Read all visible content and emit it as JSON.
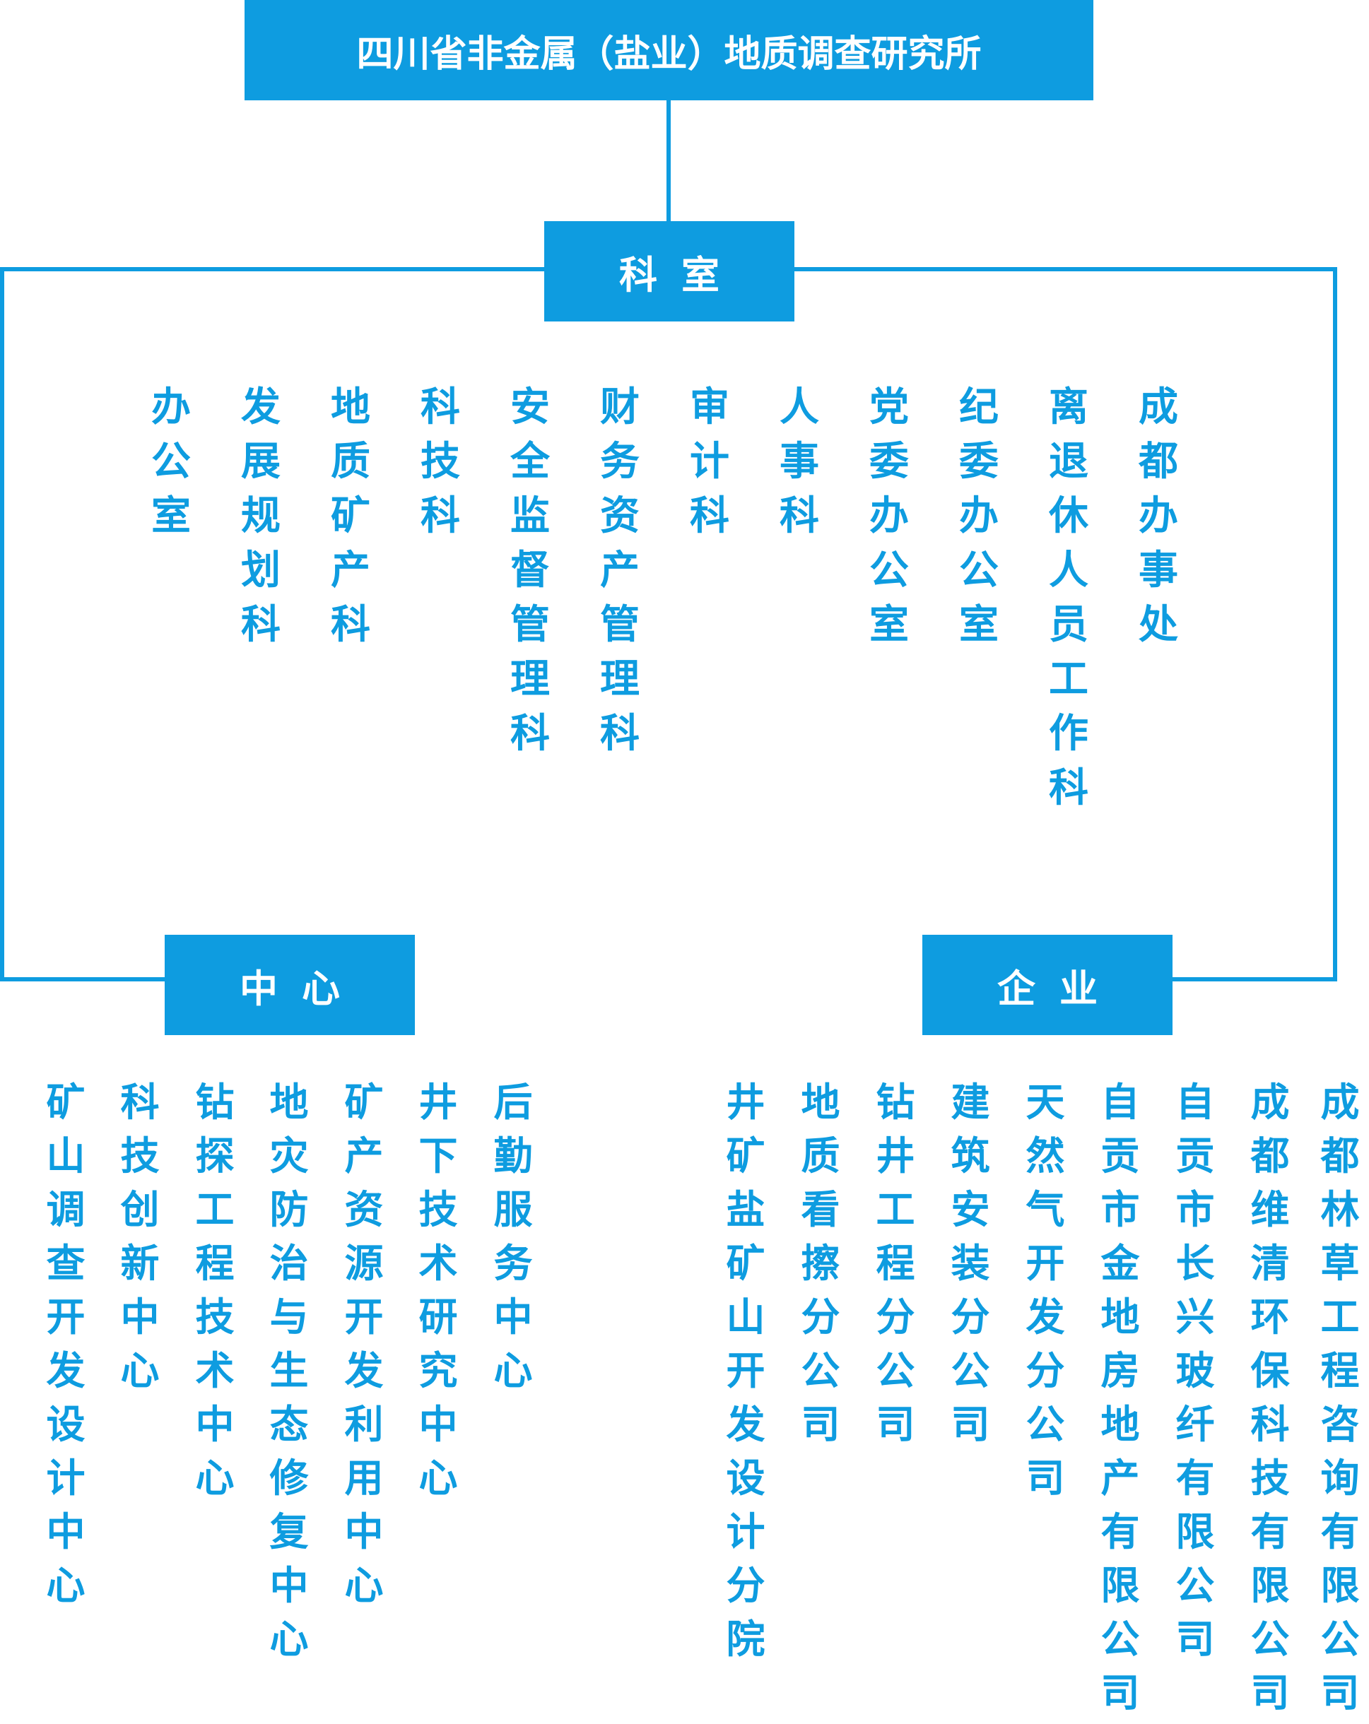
{
  "root": {
    "label": "四川省非金属（盐业）地质调查研究所"
  },
  "branches": {
    "offices": {
      "label": "科室",
      "items": [
        "办公室",
        "发展规划科",
        "地质矿产科",
        "科技科",
        "安全监督管理科",
        "财务资产管理科",
        "审计科",
        "人事科",
        "党委办公室",
        "纪委办公室",
        "离退休人员工作科",
        "成都办事处"
      ]
    },
    "centers": {
      "label": "中心",
      "items": [
        "矿山调查开发设计中心",
        "科技创新中心",
        "钻探工程技术中心",
        "地灾防治与生态修复中心",
        "矿产资源开发利用中心",
        "井下技术研究中心",
        "后勤服务中心"
      ]
    },
    "enterprises": {
      "label": "企业",
      "items": [
        "井矿盐矿山开发设计分院",
        "地质看擦分公司",
        "钻井工程分公司",
        "建筑安装分公司",
        "天然气开发分公司",
        "自贡市金地房地产有限公司",
        "自贡市长兴玻纤有限公司",
        "成都维清环保科技有限公司",
        "成都林草工程咨询有限公司"
      ]
    }
  }
}
